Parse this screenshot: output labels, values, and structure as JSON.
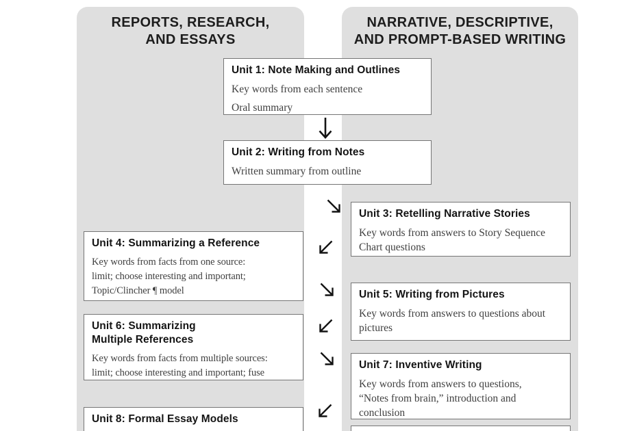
{
  "palette": {
    "background": "#ffffff",
    "column_bg": "#dfdfdf",
    "box_border": "#757575",
    "title_text": "#141414",
    "body_text": "#3f3f3f",
    "arrow_color": "#141414"
  },
  "columns": {
    "left": {
      "title_lines": [
        "REPORTS, RESEARCH,",
        "AND ESSAYS"
      ]
    },
    "right": {
      "title_lines": [
        "NARRATIVE, DESCRIPTIVE,",
        "AND PROMPT-BASED WRITING"
      ]
    }
  },
  "units": {
    "unit1": {
      "title_lines": [
        "Unit 1: Note Making and Outlines"
      ],
      "body_lines": [
        "Key words from each sentence",
        "Oral summary"
      ]
    },
    "unit2": {
      "title_lines": [
        "Unit 2: Writing from Notes"
      ],
      "body_lines": [
        "Written summary from outline"
      ]
    },
    "unit3": {
      "title_lines": [
        "Unit 3: Retelling Narrative Stories"
      ],
      "body_lines": [
        "Key words from answers to Story Sequence",
        "Chart questions"
      ]
    },
    "unit4": {
      "title_lines": [
        "Unit 4: Summarizing a Reference"
      ],
      "body_lines": [
        "Key words from facts from one source:",
        "limit; choose interesting and important;",
        "Topic/Clincher ¶ model"
      ]
    },
    "unit5": {
      "title_lines": [
        "Unit 5: Writing from Pictures"
      ],
      "body_lines": [
        "Key words from answers to questions about",
        "pictures"
      ]
    },
    "unit6": {
      "title_lines": [
        "Unit 6: Summarizing",
        "Multiple References"
      ],
      "body_lines": [
        "Key words from facts from multiple sources:",
        "limit; choose interesting and important; fuse"
      ]
    },
    "unit7": {
      "title_lines": [
        "Unit 7: Inventive Writing"
      ],
      "body_lines": [
        "Key words from answers to questions,",
        "“Notes from brain,” introduction and",
        "conclusion"
      ]
    },
    "unit8": {
      "title_lines": [
        "Unit 8: Formal Essay Models"
      ],
      "body_lines": []
    }
  },
  "icons": {
    "down": "arrow-down",
    "down_right": "arrow-down-right",
    "down_left": "arrow-down-left"
  }
}
